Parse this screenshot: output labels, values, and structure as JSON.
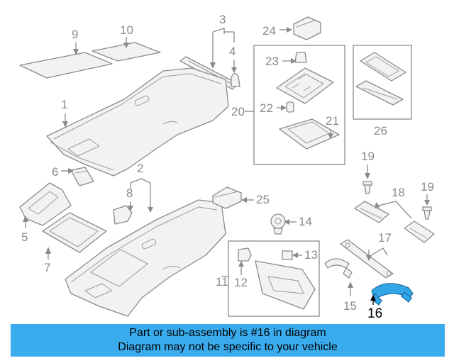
{
  "callouts": {
    "c1": "1",
    "c2": "2",
    "c3": "3",
    "c4": "4",
    "c5": "5",
    "c6": "6",
    "c7": "7",
    "c8": "8",
    "c9": "9",
    "c10": "10",
    "c11": "11",
    "c12": "12",
    "c13": "13",
    "c14": "14",
    "c15": "15",
    "c16": "16",
    "c17": "17",
    "c18": "18",
    "c19a": "19",
    "c19b": "19",
    "c20": "20",
    "c21": "21",
    "c22": "22",
    "c23": "23",
    "c24": "24",
    "c25": "25",
    "c26": "26"
  },
  "highlighted_part": "16",
  "highlight_color": "#33a6e8",
  "banner": {
    "line1": "Part or sub-assembly is #16 in diagram",
    "line2": "Diagram may not be specific to your vehicle",
    "background": "#3aacee"
  }
}
